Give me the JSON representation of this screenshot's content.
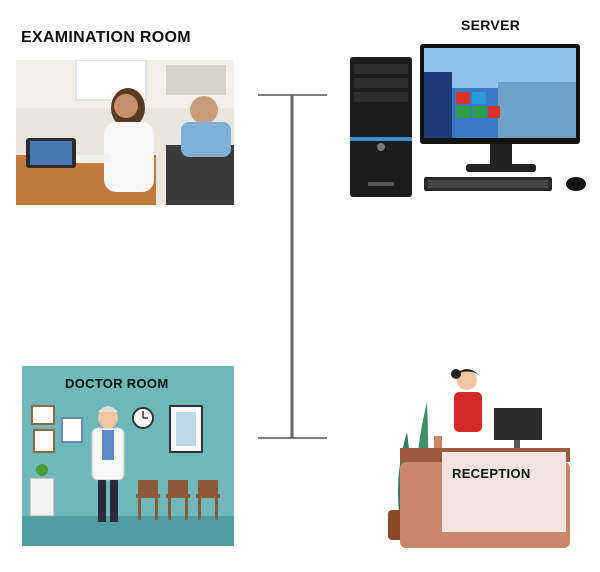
{
  "labels": {
    "examination_room": "EXAMINATION ROOM",
    "server": "SERVER",
    "doctor_room": "DOCTOR ROOM",
    "reception": "RECEPTION"
  },
  "icons": {
    "examination": "examination-room-photo",
    "server": "server-computer-icon",
    "doctor": "doctor-room-illustration",
    "reception": "reception-desk-illustration",
    "connection": "network-connection-line"
  },
  "colors": {
    "line": "#555555",
    "doctor_room_bg": "#6fb8b9",
    "reception_desk": "#c8866a",
    "receptionist_jacket": "#d42a2a"
  }
}
